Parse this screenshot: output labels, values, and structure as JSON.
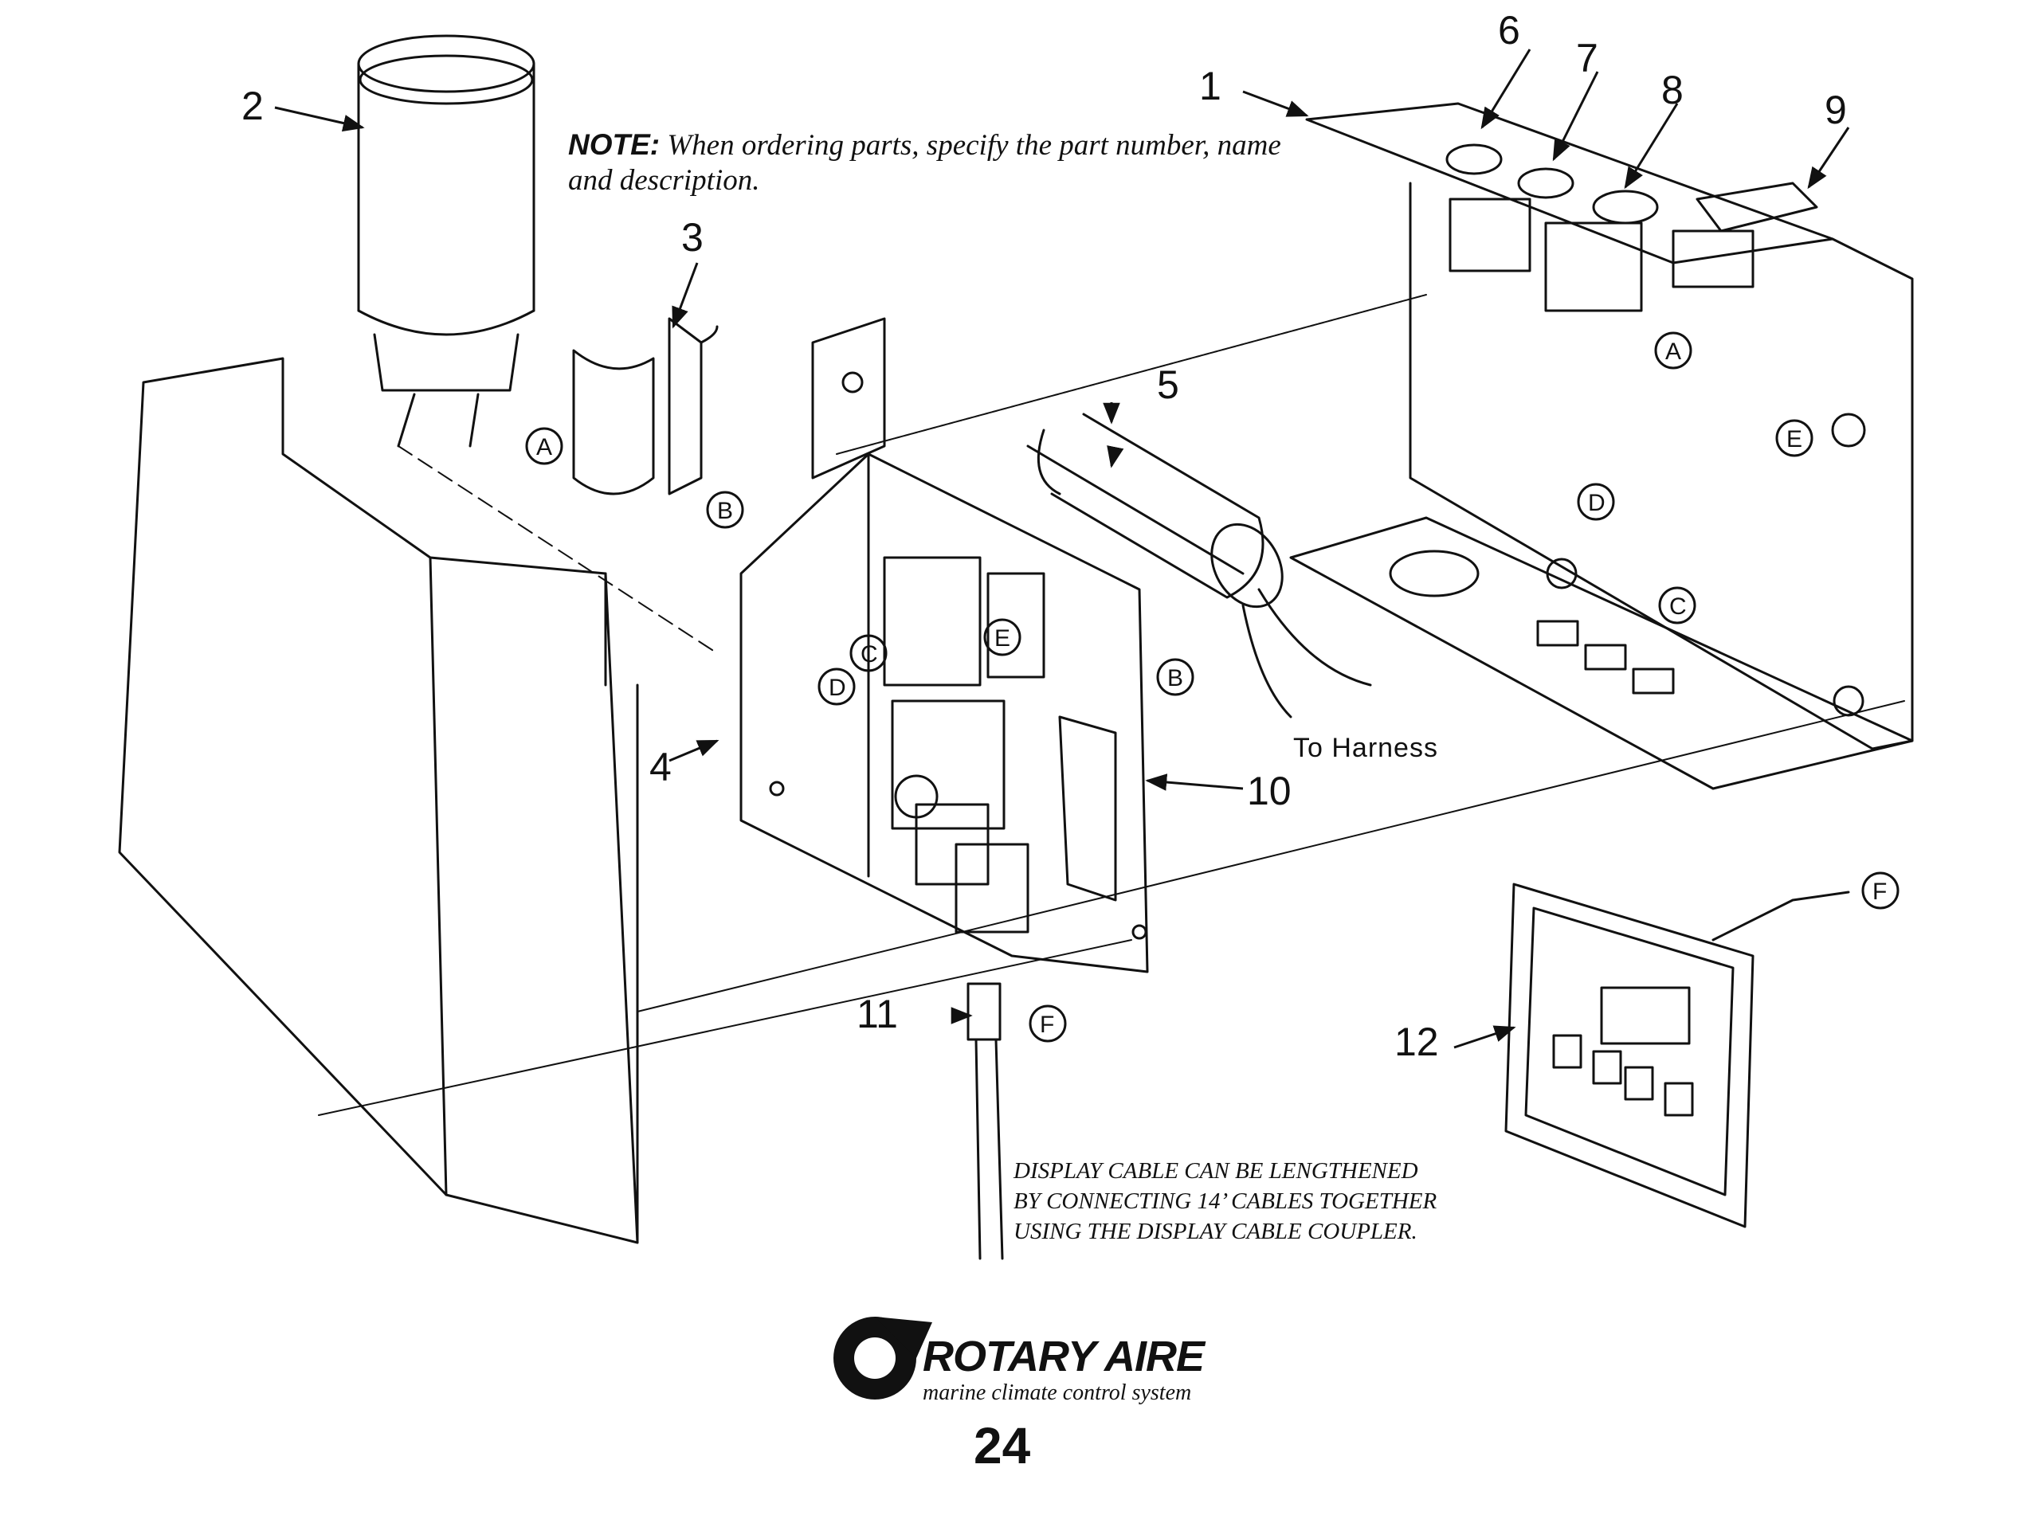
{
  "note": {
    "label": "NOTE:",
    "text": "When ordering parts, specify the part number, name and description."
  },
  "callouts": [
    "1",
    "2",
    "3",
    "4",
    "5",
    "6",
    "7",
    "8",
    "9",
    "10",
    "11",
    "12"
  ],
  "connectors": {
    "a": "A",
    "b": "B",
    "c": "C",
    "d": "D",
    "e": "E",
    "f": "F"
  },
  "harness_label": "To Harness",
  "cable_note": {
    "line1": "DISPLAY CABLE CAN BE LENGTHENED",
    "line2": "BY CONNECTING 14’ CABLES TOGETHER",
    "line3": "USING THE DISPLAY CABLE COUPLER."
  },
  "brand": {
    "name": "ROTARY AIRE",
    "tagline": "marine climate control system"
  },
  "page_number": "24"
}
